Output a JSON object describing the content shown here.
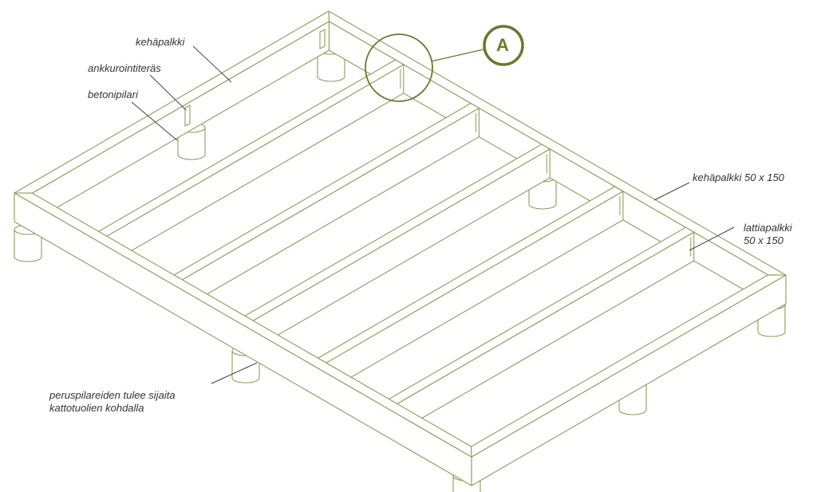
{
  "labels": {
    "perimeter_beam": "kehäpalkki",
    "anchor_steel": "ankkurointiteräs",
    "concrete_pier": "betonipilari",
    "perimeter_beam_size": "kehäpalkki 50 x 150",
    "floor_joist_line1": "lattiapalkki",
    "floor_joist_line2": "50 x 150",
    "pier_note_line1": "peruspilareiden tulee sijaita",
    "pier_note_line2": "kattotuolien kohdalla"
  },
  "callout": {
    "letter": "A"
  },
  "colors": {
    "line": "#8f9c55",
    "accent": "#6b7a2a",
    "leader": "#444444"
  }
}
